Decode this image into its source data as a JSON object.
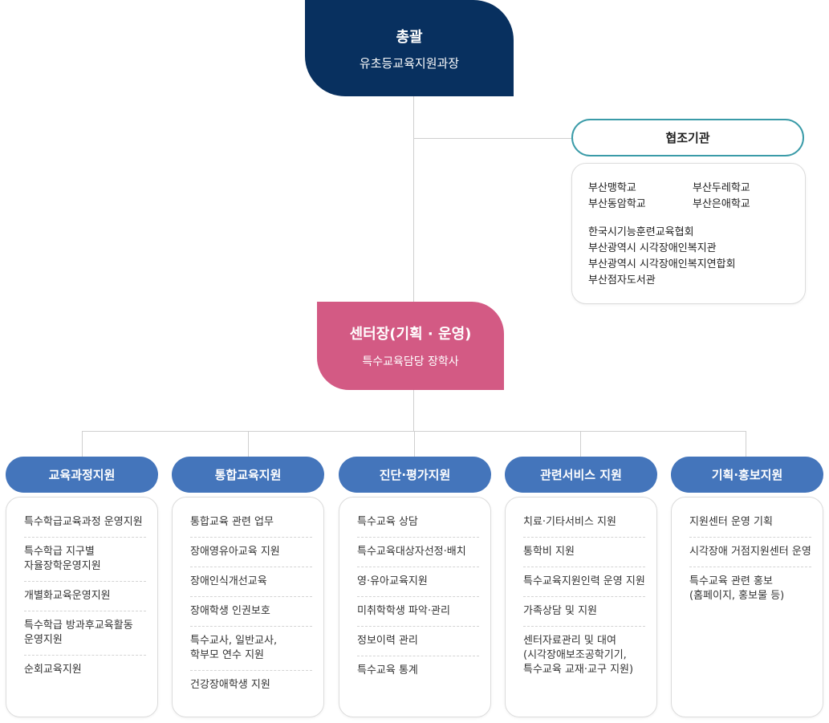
{
  "top": {
    "title": "총괄",
    "subtitle": "유초등교육지원과장"
  },
  "cooperating": {
    "title": "협조기관",
    "grid": [
      "부산맹학교",
      "부산두레학교",
      "부산동암학교",
      "부산은애학교"
    ],
    "list": [
      "한국시기능훈련교육협회",
      "부산광역시 시각장애인복지관",
      "부산광역시 시각장애인복지연합회",
      "부산점자도서관"
    ]
  },
  "center": {
    "title": "센터장(기획 · 운영)",
    "subtitle": "특수교육담당 장학사"
  },
  "departments": [
    {
      "title": "교육과정지원",
      "items": [
        "특수학급교육과정 운영지원",
        "특수학급 지구별\n자율장학운영지원",
        "개별화교육운영지원",
        "특수학급 방과후교육활동\n운영지원",
        "순회교육지원"
      ]
    },
    {
      "title": "통합교육지원",
      "items": [
        "통합교육 관련 업무",
        "장애영유아교육 지원",
        "장애인식개선교육",
        "장애학생 인권보호",
        "특수교사, 일반교사,\n학부모 연수 지원",
        "건강장애학생 지원"
      ]
    },
    {
      "title": "진단·평가지원",
      "items": [
        "특수교육 상담",
        "특수교육대상자선정·배치",
        "영·유아교육지원",
        "미취학학생 파악·관리",
        "정보이력 관리",
        "특수교육 통계"
      ]
    },
    {
      "title": "관련서비스 지원",
      "items": [
        "치료·기타서비스 지원",
        "통학비 지원",
        "특수교육지원인력 운영 지원",
        "가족상담 및 지원",
        "센터자료관리 및 대여\n(시각장애보조공학기기,\n특수교육 교재·교구 지원)"
      ]
    },
    {
      "title": "기획·홍보지원",
      "items": [
        "지원센터 운영 기획",
        "시각장애 거점지원센터 운영",
        "특수교육 관련 홍보\n(홈페이지, 홍보물 등)"
      ]
    }
  ]
}
